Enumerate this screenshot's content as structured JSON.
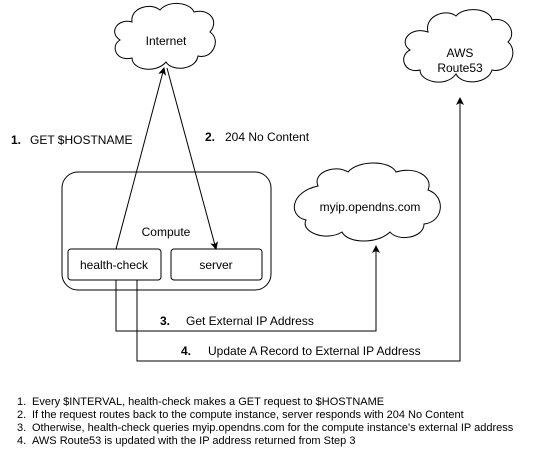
{
  "clouds": {
    "internet": "Internet",
    "aws_line1": "AWS",
    "aws_line2": "Route53",
    "opendns": "myip.opendns.com"
  },
  "compute": {
    "label": "Compute",
    "health_check": "health-check",
    "server": "server"
  },
  "steps": [
    {
      "number": "1.",
      "label": "GET $HOSTNAME"
    },
    {
      "number": "2.",
      "label": "204 No Content"
    },
    {
      "number": "3.",
      "label": "Get External IP Address"
    },
    {
      "number": "4.",
      "label": "Update A Record to External IP Address"
    }
  ],
  "notes": [
    {
      "number": "1.",
      "text": "Every $INTERVAL, health-check makes a GET request to $HOSTNAME"
    },
    {
      "number": "2.",
      "text": "If the request routes back to the compute instance, server responds with 204 No Content"
    },
    {
      "number": "3.",
      "text": "Otherwise, health-check queries myip.opendns.com for the compute instance's external IP address"
    },
    {
      "number": "4.",
      "text": "AWS Route53 is updated with the IP address returned from Step 3"
    }
  ],
  "colors": {
    "stroke": "#000000",
    "background": "#ffffff"
  }
}
